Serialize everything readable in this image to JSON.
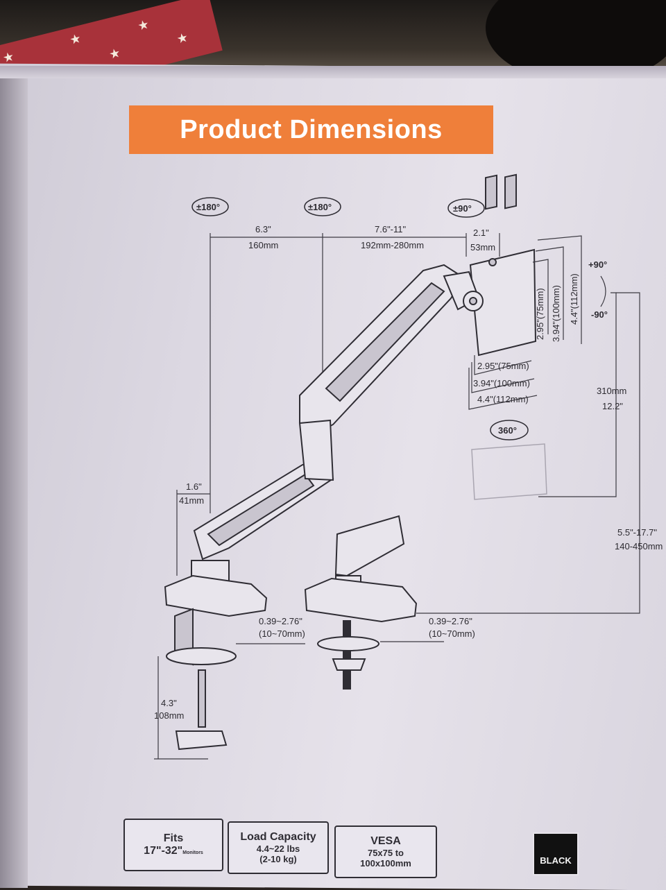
{
  "title": "Product Dimensions",
  "rotations": {
    "base_arm": "±180°",
    "mid_arm": "±180°",
    "head_tilt": "±90°",
    "swivel": "360°",
    "tilt_up": "+90°",
    "tilt_down": "-90°"
  },
  "dimensions": {
    "arm1_in": "6.3\"",
    "arm1_mm": "160mm",
    "arm2_in": "7.6\"-11\"",
    "arm2_mm": "192mm-280mm",
    "head_in": "2.1\"",
    "head_mm": "53mm",
    "pole_offset_in": "1.6\"",
    "pole_offset_mm": "41mm",
    "vesa_v75": "2.95\"(75mm)",
    "vesa_v100": "3.94\"(100mm)",
    "vesa_v112": "4.4\"(112mm)",
    "vesa_h75": "2.95\"(75mm)",
    "vesa_h100": "3.94\"(100mm)",
    "vesa_h112": "4.4\"(112mm)",
    "height_mm": "310mm",
    "height_in": "12.2\"",
    "range_in": "5.5\"-17.7\"",
    "range_mm": "140-450mm",
    "clamp_thick_in": "0.39~2.76\"",
    "clamp_thick_mm": "(10~70mm)",
    "grommet_thick_in": "0.39~2.76\"",
    "grommet_thick_mm": "(10~70mm)",
    "clamp_depth_in": "4.3\"",
    "clamp_depth_mm": "108mm"
  },
  "specs": {
    "fits_title": "Fits",
    "fits_value": "17\"-32\"",
    "fits_unit": "Monitors",
    "load_title": "Load Capacity",
    "load_lbs": "4.4~22 lbs",
    "load_kg": "(2-10 kg)",
    "vesa_title": "VESA",
    "vesa_from": "75x75 to",
    "vesa_to": "100x100mm"
  },
  "color_badge": "BLACK",
  "colors": {
    "banner": "#ef7f3a",
    "box": "#dcd8e2",
    "ink": "#2f2d34"
  }
}
